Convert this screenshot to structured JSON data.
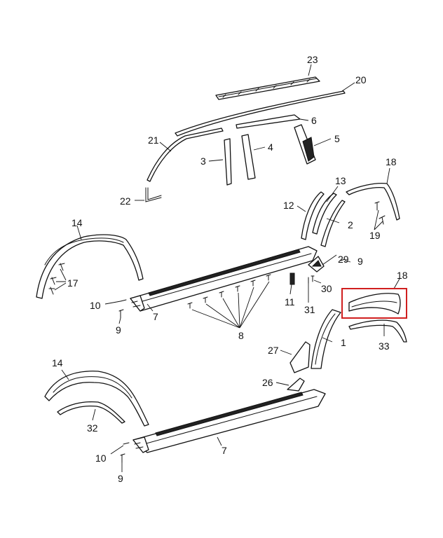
{
  "callouts": {
    "c23": "23",
    "c20": "20",
    "c6": "6",
    "c21": "21",
    "c5": "5",
    "c4": "4",
    "c3": "3",
    "c22": "22",
    "c18a": "18",
    "c13": "13",
    "c12": "12",
    "c2": "2",
    "c19": "19",
    "c14a": "14",
    "c17": "17",
    "c9a": "9",
    "c29": "29",
    "c10a": "10",
    "c7a": "7",
    "c18b": "18",
    "c30": "30",
    "c11": "11",
    "c31": "31",
    "c9b": "9",
    "c8": "8",
    "c1": "1",
    "c33": "33",
    "c27": "27",
    "c26": "26",
    "c14b": "14",
    "c32": "32",
    "c7b": "7",
    "c10b": "10",
    "c9c": "9"
  },
  "highlight": {
    "part": "18",
    "color": "#d01f1f"
  }
}
